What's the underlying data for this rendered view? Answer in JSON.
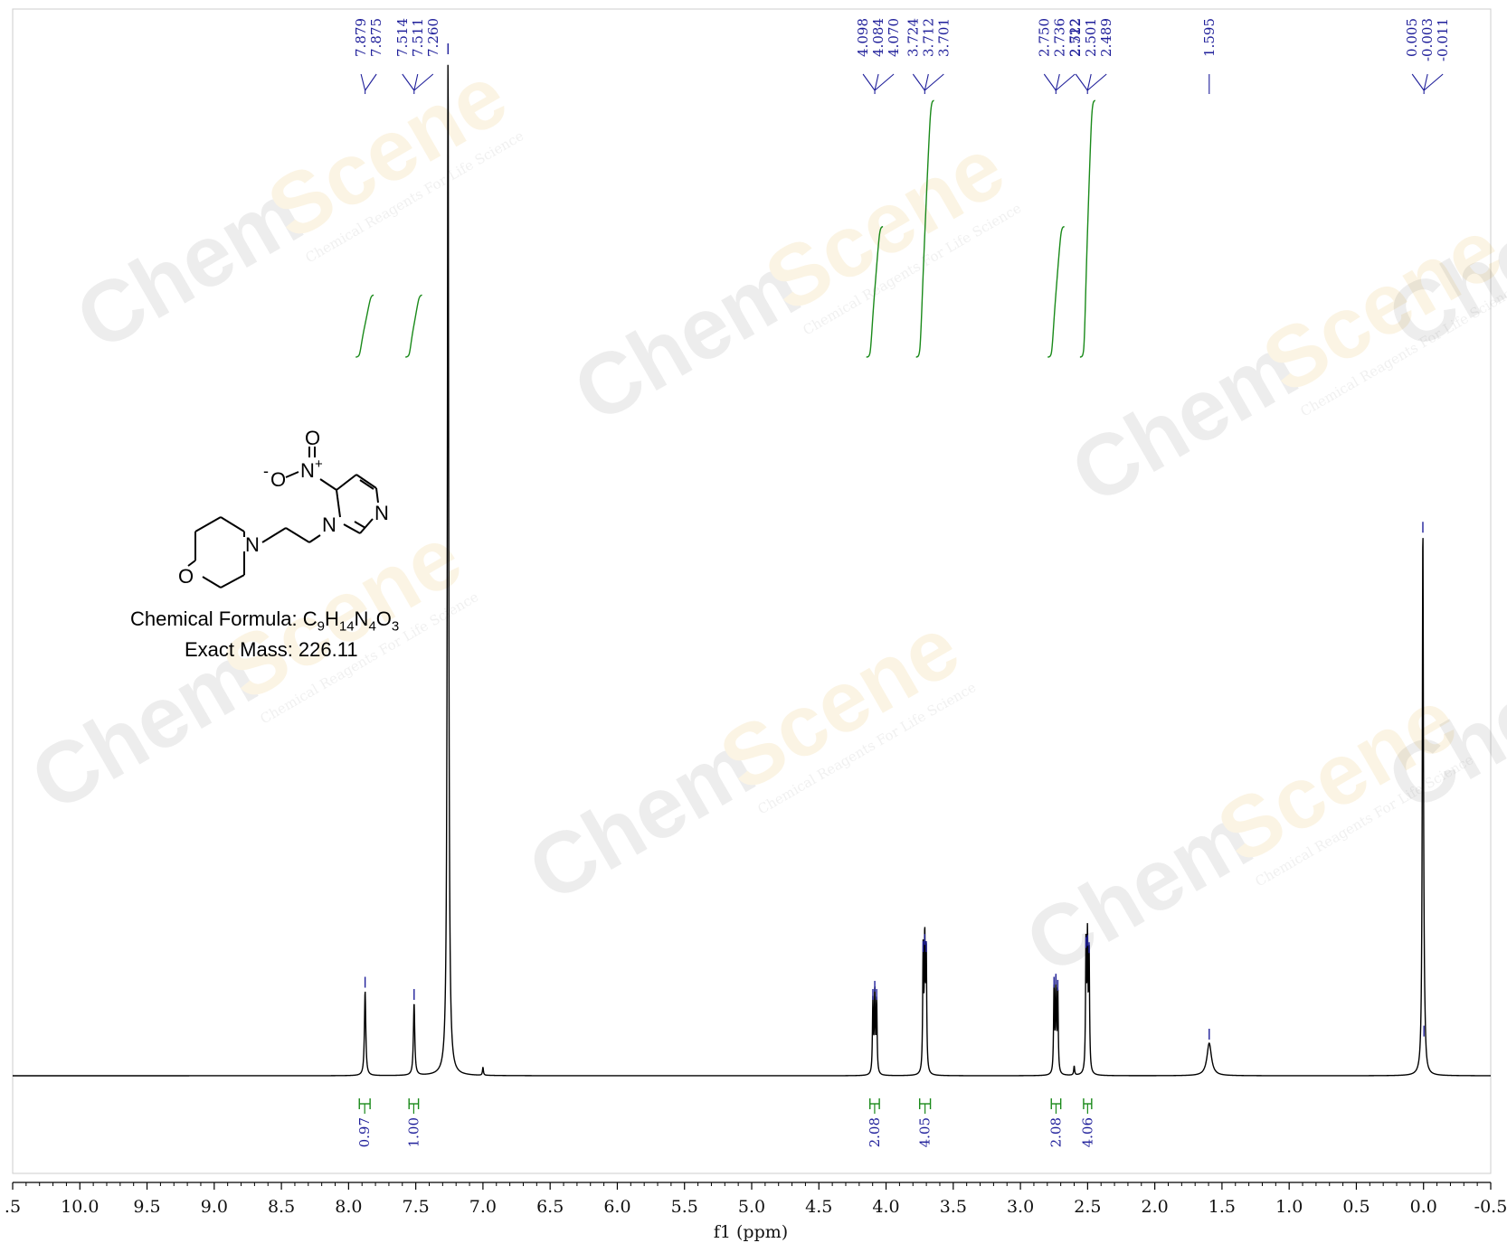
{
  "compound": {
    "formula_label": "Chemical Formula:",
    "formula_parts": [
      {
        "t": "C",
        "sub": "9"
      },
      {
        "t": "H",
        "sub": "14"
      },
      {
        "t": "N",
        "sub": "4"
      },
      {
        "t": "O",
        "sub": "3"
      }
    ],
    "mass_text": "Exact Mass: 226.11",
    "atoms": {
      "O_top": "O",
      "N_nitro": "N",
      "plus": "+",
      "minus": "-",
      "O_left": "O",
      "N_ring1": "N",
      "N_ring3": "N",
      "N_morph": "N",
      "O_morph": "O"
    }
  },
  "watermark": {
    "brand": "Chem",
    "brand2": "Scene",
    "tagline": "Chemical Reagents For Life Science"
  },
  "colors": {
    "spectrum": "#000000",
    "peak_labels": "#1f1f9a",
    "integrals": "#1a8a1a",
    "frame": "#cccccc"
  },
  "chart_data": {
    "type": "line",
    "xlabel": "f1 (ppm)",
    "xlim": [
      10.5,
      -0.5
    ],
    "x_reversed": true,
    "x_ticks": [
      ".5",
      "10.0",
      "9.5",
      "9.0",
      "8.5",
      "8.0",
      "7.5",
      "7.0",
      "6.5",
      "6.0",
      "5.5",
      "5.0",
      "4.5",
      "4.0",
      "3.5",
      "3.0",
      "2.5",
      "2.0",
      "1.5",
      "1.0",
      "0.5",
      "0.0",
      "-0.5"
    ],
    "x_tick_values": [
      10.5,
      10.0,
      9.5,
      9.0,
      8.5,
      8.0,
      7.5,
      7.0,
      6.5,
      6.0,
      5.5,
      5.0,
      4.5,
      4.0,
      3.5,
      3.0,
      2.5,
      2.0,
      1.5,
      1.0,
      0.5,
      0.0,
      -0.5
    ],
    "ylim": [
      0,
      1.0
    ],
    "grid": false,
    "peaks": [
      {
        "ppm": 7.877,
        "height": 0.083,
        "width": 0.006
      },
      {
        "ppm": 7.5125,
        "height": 0.071,
        "width": 0.006
      },
      {
        "ppm": 7.26,
        "height": 1.0,
        "width": 0.006
      },
      {
        "ppm": 7.0,
        "height": 0.008,
        "width": 0.004
      },
      {
        "ppm": 4.098,
        "height": 0.071,
        "width": 0.004
      },
      {
        "ppm": 4.084,
        "height": 0.079,
        "width": 0.004
      },
      {
        "ppm": 4.07,
        "height": 0.071,
        "width": 0.004
      },
      {
        "ppm": 3.724,
        "height": 0.118,
        "width": 0.004
      },
      {
        "ppm": 3.712,
        "height": 0.125,
        "width": 0.004
      },
      {
        "ppm": 3.701,
        "height": 0.118,
        "width": 0.004
      },
      {
        "ppm": 2.75,
        "height": 0.083,
        "width": 0.004
      },
      {
        "ppm": 2.736,
        "height": 0.086,
        "width": 0.004
      },
      {
        "ppm": 2.722,
        "height": 0.08,
        "width": 0.004
      },
      {
        "ppm": 2.6,
        "height": 0.009,
        "width": 0.004
      },
      {
        "ppm": 2.512,
        "height": 0.122,
        "width": 0.004
      },
      {
        "ppm": 2.501,
        "height": 0.124,
        "width": 0.004
      },
      {
        "ppm": 2.489,
        "height": 0.117,
        "width": 0.004
      },
      {
        "ppm": 1.595,
        "height": 0.032,
        "width": 0.02
      },
      {
        "ppm": 0.005,
        "height": 0.53,
        "width": 0.005
      },
      {
        "ppm": -0.003,
        "height": 0.035,
        "width": 0.005
      },
      {
        "ppm": -0.011,
        "height": 0.012,
        "width": 0.005
      }
    ],
    "peak_label_groups": [
      {
        "labels": [
          "7.879",
          "7.875"
        ],
        "center": 7.877
      },
      {
        "labels": [
          "7.514",
          "7.511",
          "7.260"
        ],
        "center": 7.5125,
        "lead_ppm": 7.26
      },
      {
        "labels": [
          "4.098",
          "4.084",
          "4.070"
        ],
        "center": 4.084
      },
      {
        "labels": [
          "3.724",
          "3.712",
          "3.701"
        ],
        "center": 3.712
      },
      {
        "labels": [
          "2.750",
          "2.736",
          "2.722"
        ],
        "center": 2.736
      },
      {
        "labels": [
          "2.512",
          "2.501",
          "2.489"
        ],
        "center": 2.501
      },
      {
        "labels": [
          "1.595"
        ],
        "center": 1.595
      },
      {
        "labels": [
          "0.005",
          "-0.003",
          "-0.011"
        ],
        "center": -0.003
      }
    ],
    "integrals": [
      {
        "from": 7.92,
        "to": 7.84,
        "value": "0.97",
        "rel_height": 0.058
      },
      {
        "from": 7.55,
        "to": 7.48,
        "value": "1.00",
        "rel_height": 0.058
      },
      {
        "from": 4.12,
        "to": 4.05,
        "value": "2.08",
        "rel_height": 0.122
      },
      {
        "from": 3.75,
        "to": 3.67,
        "value": "4.05",
        "rel_height": 0.24
      },
      {
        "from": 2.77,
        "to": 2.7,
        "value": "2.08",
        "rel_height": 0.122
      },
      {
        "from": 2.53,
        "to": 2.47,
        "value": "4.06",
        "rel_height": 0.24
      }
    ]
  }
}
